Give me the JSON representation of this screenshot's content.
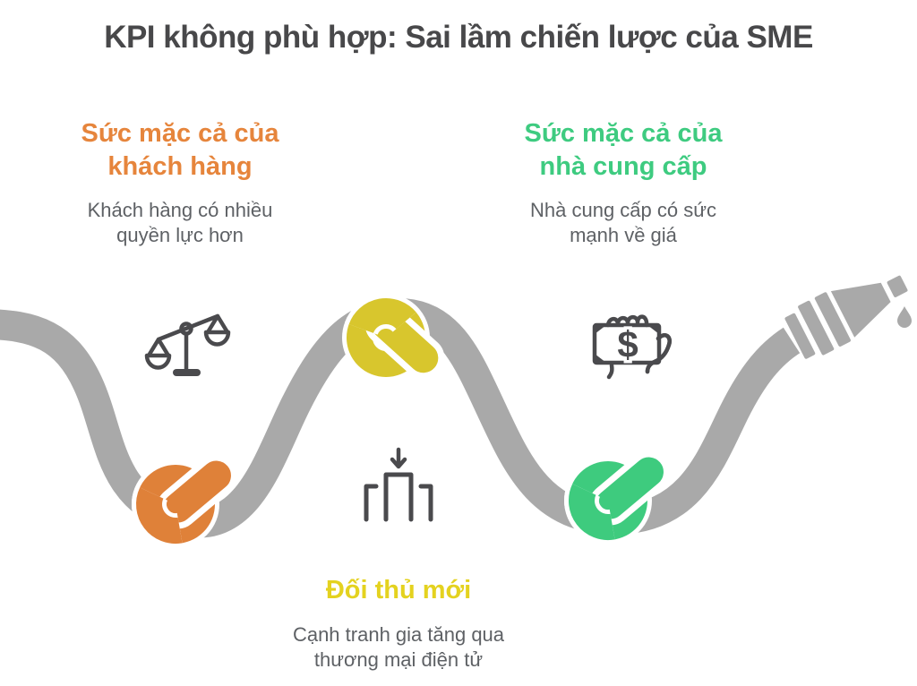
{
  "title": "KPI không phù hợp: Sai lầm chiến lược của SME",
  "sections": {
    "buyer_power": {
      "heading": [
        "Sức mặc cả của",
        "khách hàng"
      ],
      "desc": [
        "Khách hàng có nhiều",
        "quyền lực hơn"
      ]
    },
    "supplier_power": {
      "heading": [
        "Sức mặc cả của",
        "nhà cung cấp"
      ],
      "desc": [
        "Nhà cung cấp có sức",
        "mạnh về giá"
      ]
    },
    "new_entrants": {
      "heading": "Đối thủ mới",
      "desc": [
        "Cạnh tranh gia tăng qua",
        "thương mại điện tử"
      ]
    }
  },
  "diagram": {
    "money_symbol": "$",
    "icons": {
      "balance_scale": "balance-scale-icon",
      "money_in_hand": "money-in-hand-icon",
      "market_entry": "market-entry-icon",
      "hose_nozzle": "hose-nozzle-icon",
      "droplet": "droplet-icon",
      "knots": [
        "knot-orange",
        "knot-yellow",
        "knot-green"
      ]
    }
  },
  "colors": {
    "title_text": "#48484a",
    "body_text": "#5e6165",
    "orange": "#e6853c",
    "orange_knot": "#df8139",
    "green": "#3ecb80",
    "green_knot": "#3ecb7e",
    "yellow": "#e4d21f",
    "yellow_knot": "#d8c62d",
    "rope": "#a9a9a9",
    "icon": "#4a4a4d"
  }
}
